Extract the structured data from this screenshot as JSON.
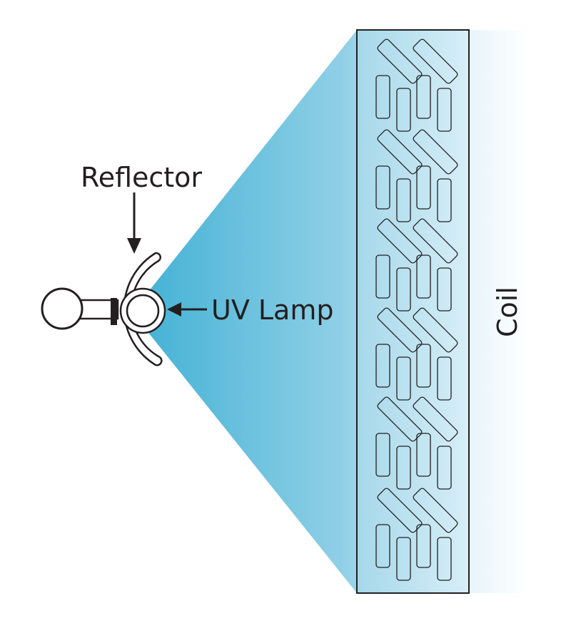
{
  "labels": {
    "reflector": "Reflector",
    "uv_lamp": "UV Lamp",
    "coil": "Coil"
  },
  "colors": {
    "beam_near": "#4fb8d8",
    "beam_far": "#d8eef6",
    "coil_fill_near": "#a9d9ea",
    "coil_fill_far": "#eef8fb",
    "stroke": "#231f20",
    "background": "#ffffff"
  },
  "icons": {
    "reflector": "reflector-icon",
    "lamp": "uv-lamp-icon",
    "fixture": "lamp-fixture-icon",
    "arrow": "arrow-icon"
  }
}
